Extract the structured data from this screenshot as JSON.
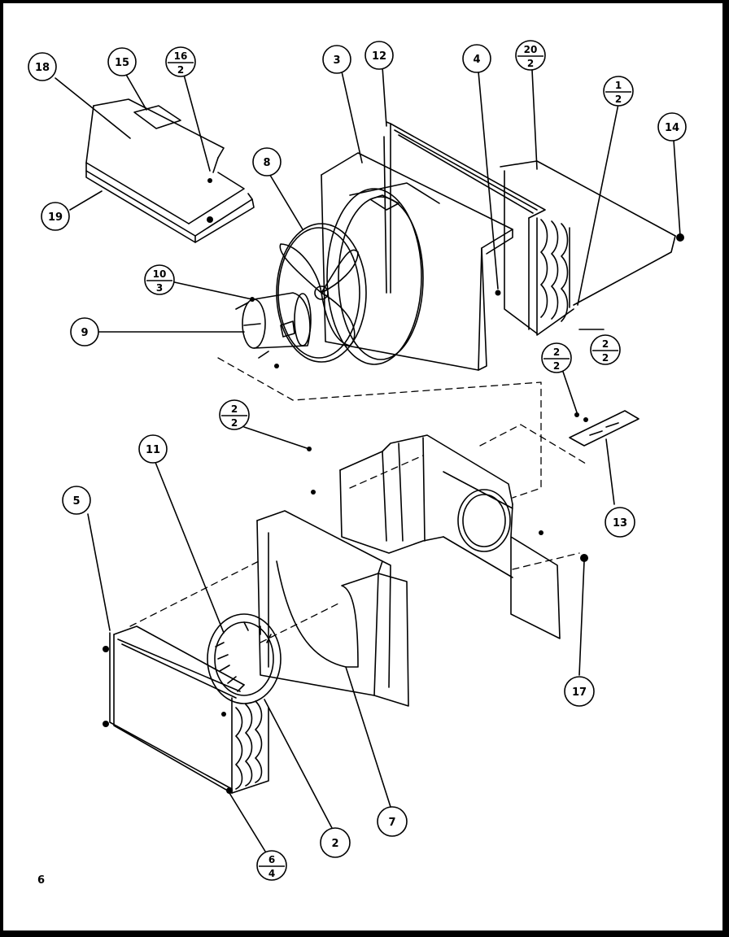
{
  "page_number": "6",
  "callouts": [
    {
      "id": "c18",
      "label": "18"
    },
    {
      "id": "c15",
      "label": "15"
    },
    {
      "id": "c19",
      "label": "19"
    },
    {
      "id": "c3",
      "label": "3"
    },
    {
      "id": "c12",
      "label": "12"
    },
    {
      "id": "c4",
      "label": "4"
    },
    {
      "id": "c14",
      "label": "14"
    },
    {
      "id": "c8",
      "label": "8"
    },
    {
      "id": "c9",
      "label": "9"
    },
    {
      "id": "c11",
      "label": "11"
    },
    {
      "id": "c5",
      "label": "5"
    },
    {
      "id": "c13",
      "label": "13"
    },
    {
      "id": "c17",
      "label": "17"
    },
    {
      "id": "c7",
      "label": "7"
    },
    {
      "id": "c2",
      "label": "2"
    }
  ],
  "fraction_callouts": [
    {
      "id": "f16",
      "top": "16",
      "bottom": "2"
    },
    {
      "id": "f20",
      "top": "20",
      "bottom": "2"
    },
    {
      "id": "f1",
      "top": "1",
      "bottom": "2"
    },
    {
      "id": "f10",
      "top": "10",
      "bottom": "3"
    },
    {
      "id": "f2a",
      "top": "2",
      "bottom": "2"
    },
    {
      "id": "f2b",
      "top": "2",
      "bottom": "2"
    },
    {
      "id": "f2c",
      "top": "2",
      "bottom": "2"
    },
    {
      "id": "f6",
      "top": "6",
      "bottom": "4"
    }
  ]
}
